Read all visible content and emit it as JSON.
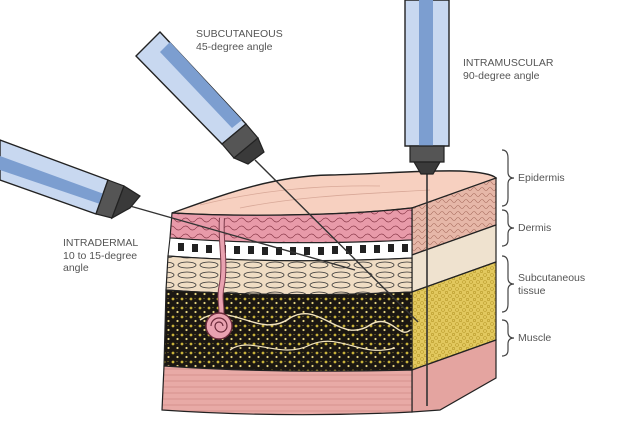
{
  "labels": {
    "subcutaneous": {
      "title": "SUBCUTANEOUS",
      "angle": "45-degree angle"
    },
    "intramuscular": {
      "title": "INTRAMUSCULAR",
      "angle": "90-degree angle"
    },
    "intradermal": {
      "title": "INTRADERMAL",
      "angle_line1": "10 to 15-degree",
      "angle_line2": "angle"
    }
  },
  "layers": {
    "epidermis": "Epidermis",
    "dermis": "Dermis",
    "subcutaneous_line1": "Subcutaneous",
    "subcutaneous_line2": "tissue",
    "muscle": "Muscle"
  },
  "colors": {
    "syringe_barrel": "#c8d8f0",
    "syringe_stripe": "#7c9ed0",
    "epidermis": "#f7cfc0",
    "dermis": "#e79aa8",
    "fat": "#e8d27a",
    "subcutaneous_front": "#1a1712",
    "muscle": "#e4a4a0",
    "outline": "#222222"
  }
}
